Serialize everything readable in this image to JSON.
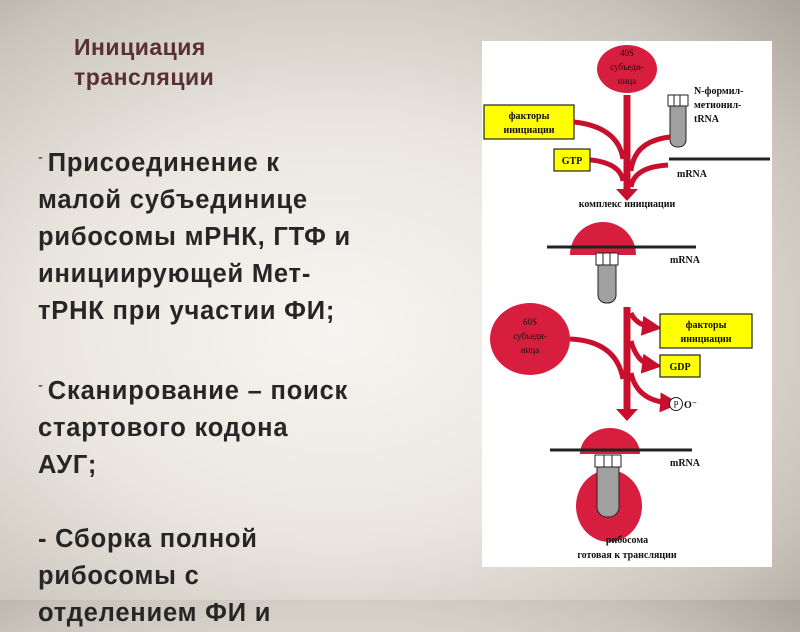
{
  "slide": {
    "title": "Инициация\nтрансляции",
    "bullets": [
      {
        "dash": "-",
        "text": "Присоединение к\nмалой субъединице\nрибосомы мРНК, ГТФ и\nинициирующей Мет-\nтРНК при участии ФИ;"
      },
      {
        "dash": "-",
        "text": "Сканирование – поиск\nстартового кодона\nАУГ;"
      },
      {
        "dash": "",
        "text": "- Сборка полной\nрибосомы с\nотделением ФИ и"
      }
    ]
  },
  "figure": {
    "small_subunit_label_1": "40S",
    "small_subunit_label_2": "субъеди-",
    "small_subunit_label_3": "ница",
    "factors_box_1_line1": "факторы",
    "factors_box_1_line2": "инициации",
    "trna_label_1": "N-формил-",
    "trna_label_2": "метионил-",
    "trna_label_3": "tRNA",
    "gtp_label": "GTP",
    "mrna_label_1": "mRNA",
    "complex_label": "комплекс инициации",
    "mrna_label_2": "mRNA",
    "large_subunit_label_1": "60S",
    "large_subunit_label_2": "субъеди-",
    "large_subunit_label_3": "ница",
    "factors_box_2_line1": "факторы",
    "factors_box_2_line2": "инициации",
    "gdp_label": "GDP",
    "phosphate_label": "P",
    "phosphate_charge": "O⁻",
    "mrna_label_3": "mRNA",
    "ribosome_label_1": "рибосома",
    "ribosome_label_2": "готовая к трансляции",
    "colors": {
      "subunit_red": "#d81e3f",
      "arrow_red": "#c8102e",
      "box_yellow": "#ffff00",
      "trna_gray": "#a0a0a0"
    }
  }
}
